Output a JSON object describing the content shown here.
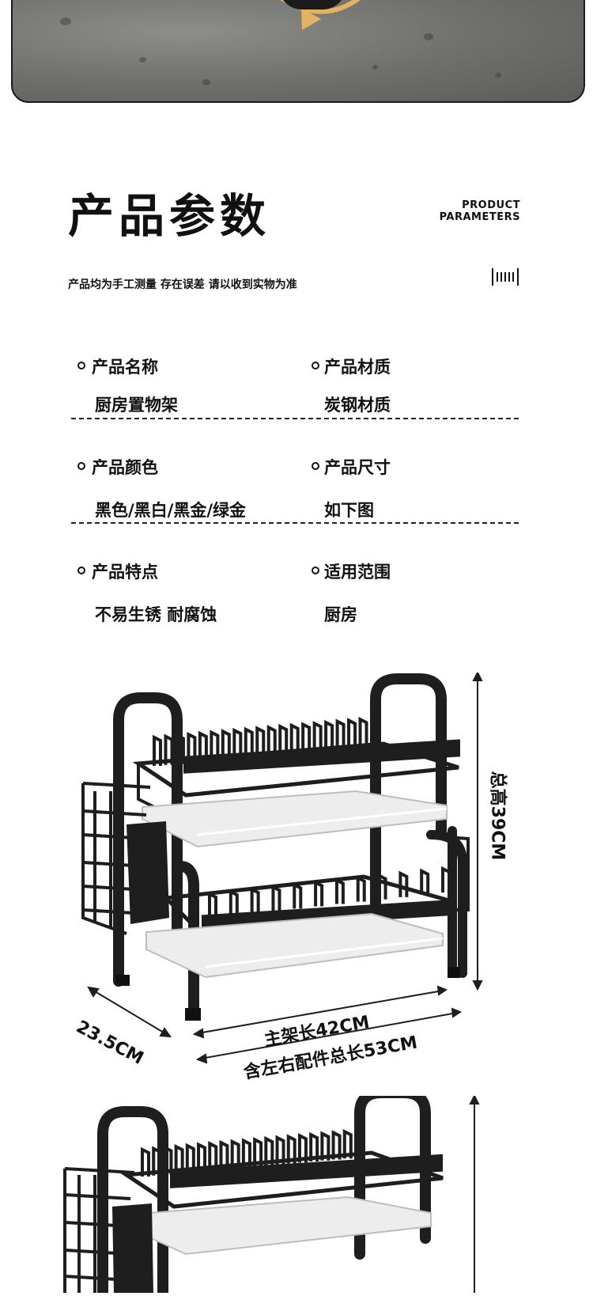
{
  "header": {
    "title": "产品参数",
    "title_en_line1": "PRODUCT",
    "title_en_line2": "PARAMETERS",
    "note": "产品均为手工测量 存在误差 请以收到实物为准"
  },
  "specs": [
    {
      "label": "产品名称",
      "value": "厨房置物架"
    },
    {
      "label": "产品材质",
      "value": "炭钢材质"
    },
    {
      "label": "产品颜色",
      "value": "黑色/黑白/黑金/绿金"
    },
    {
      "label": "产品尺寸",
      "value": "如下图"
    },
    {
      "label": "产品特点",
      "value": "不易生锈 耐腐蚀"
    },
    {
      "label": "适用范围",
      "value": "厨房"
    }
  ],
  "dimensions": {
    "height": "总高39CM",
    "depth": "23.5CM",
    "main_length": "主架长42CM",
    "total_length": "含左右配件总长53CM"
  },
  "colors": {
    "accent": "#e3b262",
    "frame": "#1e1e1e",
    "tray": "#eeeeee"
  }
}
